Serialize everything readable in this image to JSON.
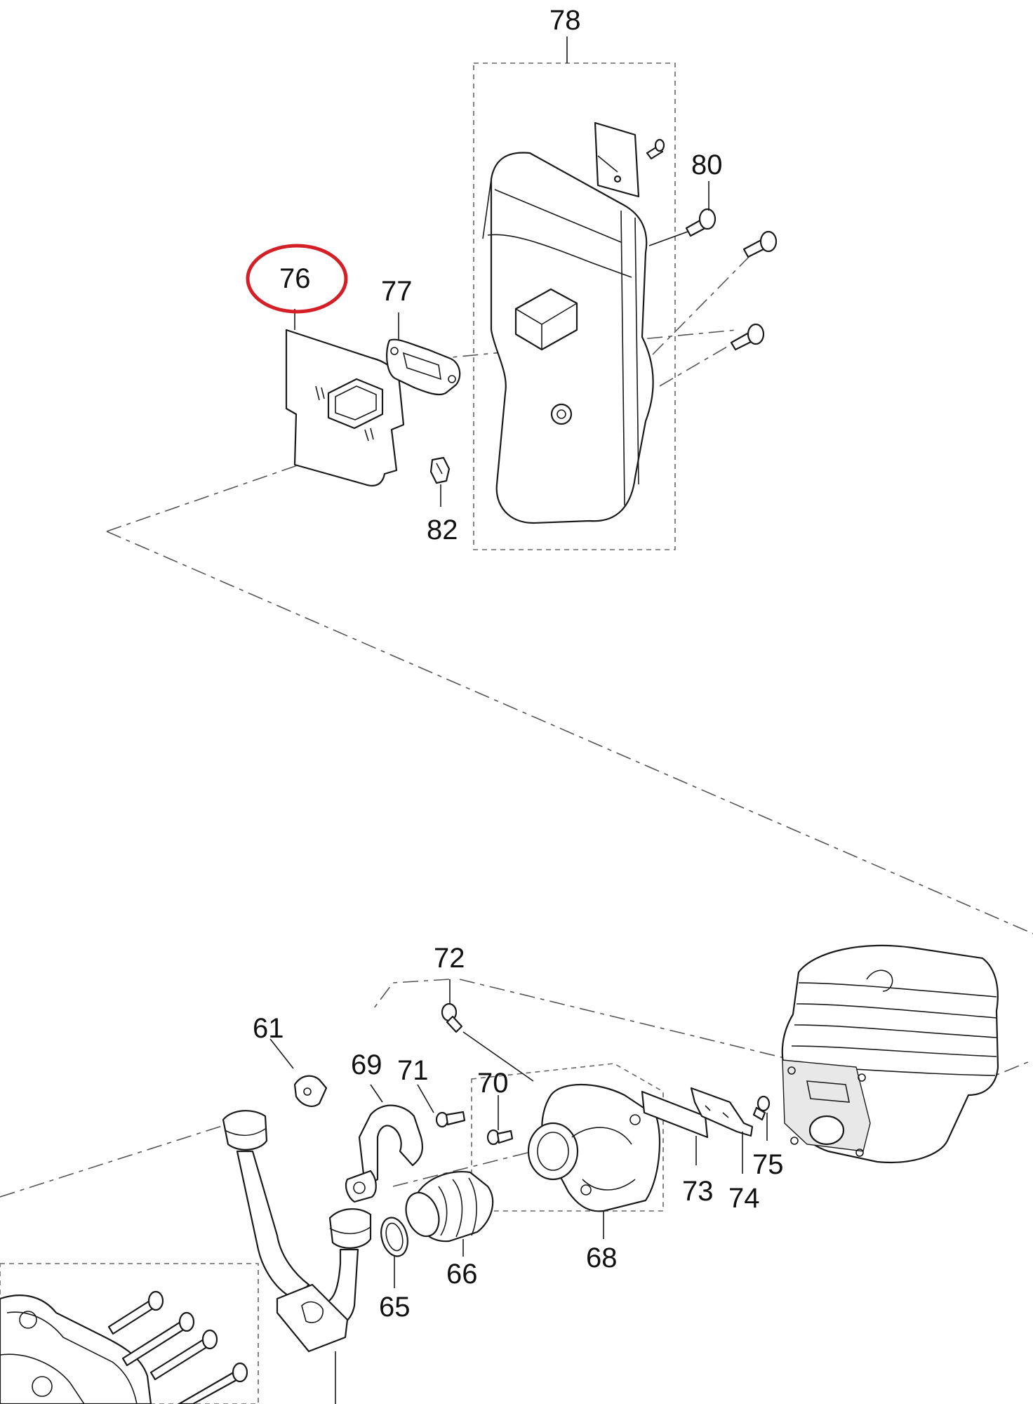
{
  "diagram": {
    "callouts": {
      "c78": "78",
      "c80": "80",
      "c76": "76",
      "c77": "77",
      "c82": "82",
      "c72": "72",
      "c61": "61",
      "c69": "69",
      "c71": "71",
      "c70": "70",
      "c73": "73",
      "c74": "74",
      "c75": "75",
      "c68": "68",
      "c66": "66",
      "c65": "65"
    },
    "highlighted_part": "76",
    "highlight_color": "#d41f26",
    "line_color": "#1a1a1a"
  }
}
